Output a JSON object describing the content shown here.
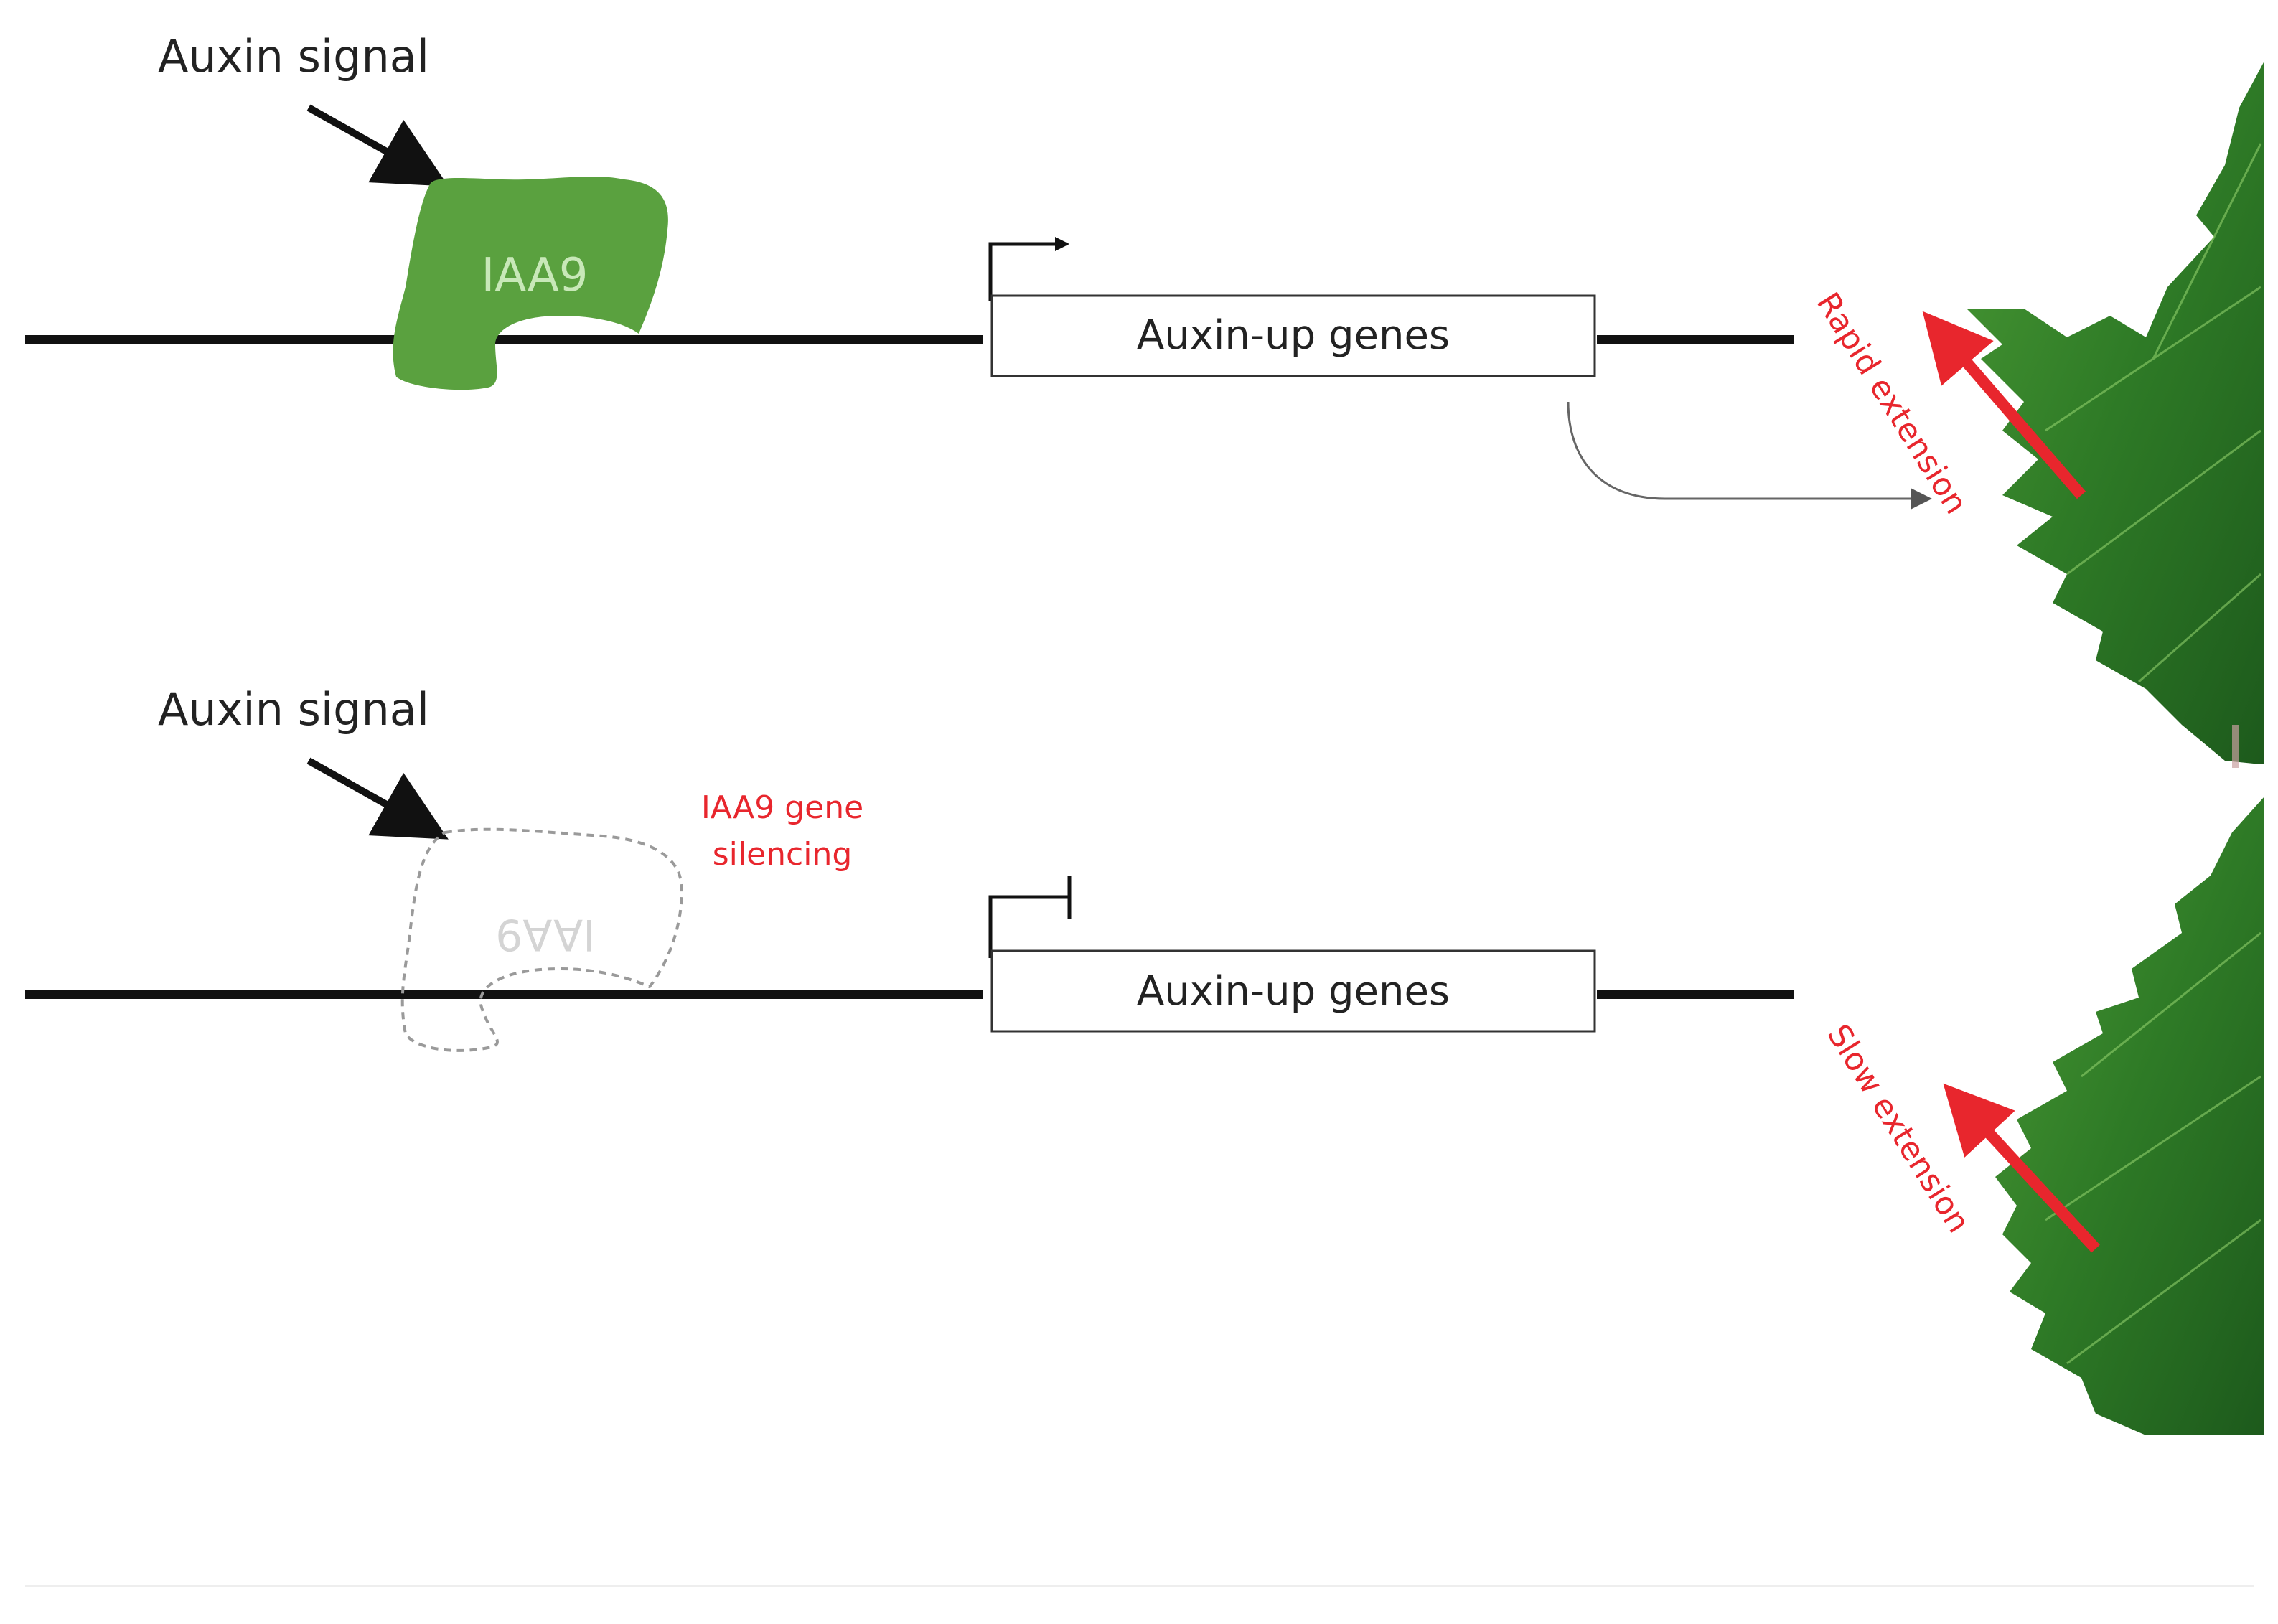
{
  "colors": {
    "background": "#ffffff",
    "dna_line": "#111111",
    "protein_green": "#5aa13f",
    "protein_text": "#c8e8b8",
    "silenced_outline": "#9a9a9a",
    "silenced_text": "#d4d4d4",
    "red_arrow": "#e8262d",
    "leaf_dark": "#1f5b1f",
    "leaf_mid": "#3b8a2c",
    "leaf_light": "#6cb24a"
  },
  "panels": [
    {
      "signal_label": "Auxin signal",
      "protein_label": "IAA9",
      "gene_label": "Auxin-up genes",
      "extension_label": "Rapid extension",
      "promoter_state": "active"
    },
    {
      "signal_label": "Auxin signal",
      "protein_label": "IAA9",
      "silencing_label_line1": "IAA9 gene",
      "silencing_label_line2": "silencing",
      "gene_label": "Auxin-up genes",
      "extension_label": "Slow extension",
      "promoter_state": "blocked"
    }
  ],
  "icons": {
    "signal_arrow": "arrow-icon",
    "promoter_active": "transcription-start-arrow-icon",
    "promoter_blocked": "transcription-blocked-icon",
    "leaf": "leaf-icon"
  }
}
